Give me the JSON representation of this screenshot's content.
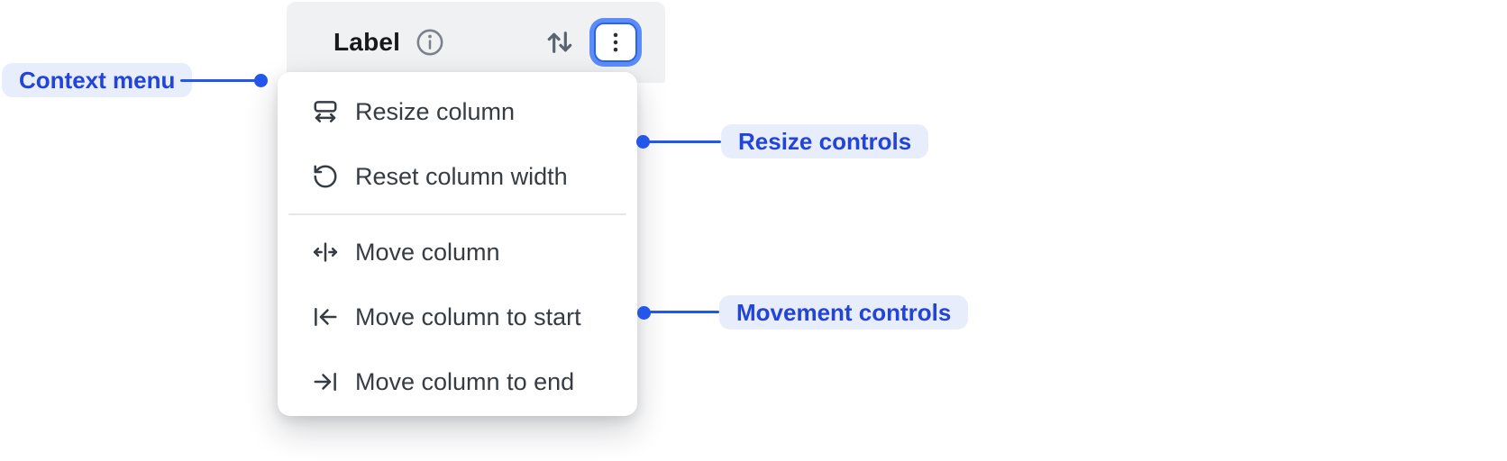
{
  "header": {
    "label": "Label",
    "info_icon": "info-circle",
    "sort_icon": "arrow-up-down",
    "menu_button_icon": "vertical-ellipsis"
  },
  "menu": {
    "items": [
      {
        "label": "Resize column",
        "icon": "resize-column"
      },
      {
        "label": "Reset column width",
        "icon": "reset-column-width"
      },
      {
        "label": "Move column",
        "icon": "move-column"
      },
      {
        "label": "Move column to start",
        "icon": "move-column-to-start"
      },
      {
        "label": "Move column to end",
        "icon": "move-column-to-end"
      }
    ]
  },
  "annotations": {
    "context_menu": "Context menu",
    "resize_controls": "Resize controls",
    "movement_controls": "Movement controls"
  },
  "colors": {
    "annotation_text": "#2344d8",
    "annotation_bg": "#e8edfc",
    "connector_blue": "#2257ea",
    "focus_ring_outer": "#5b8df8",
    "focus_ring_inner": "#2e63e9",
    "header_bg": "#f0f1f3",
    "menu_bg": "#ffffff",
    "menu_text": "#363c43",
    "divider": "#e5e6e8"
  }
}
